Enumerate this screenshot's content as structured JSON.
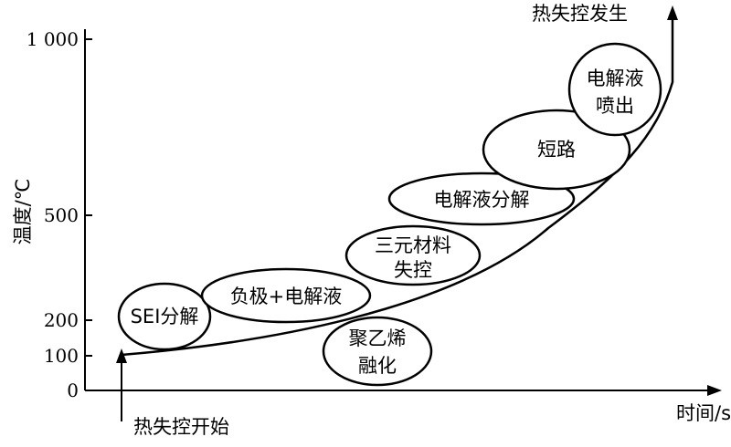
{
  "axes": {
    "y_label": "温度/℃",
    "x_label": "时间/s",
    "y_ticks": [
      "1 000",
      "500",
      "200",
      "100",
      "0"
    ]
  },
  "annotations": {
    "start": "热失控开始",
    "end": "热失控发生"
  },
  "stages": {
    "sei": "SEI分解",
    "anode": "负极+电解液",
    "separator": [
      "聚乙烯",
      "融化"
    ],
    "cathode": [
      "三元材料",
      "失控"
    ],
    "electrolyte": "电解液分解",
    "short": "短路",
    "eject": [
      "电解液",
      "喷出"
    ]
  }
}
